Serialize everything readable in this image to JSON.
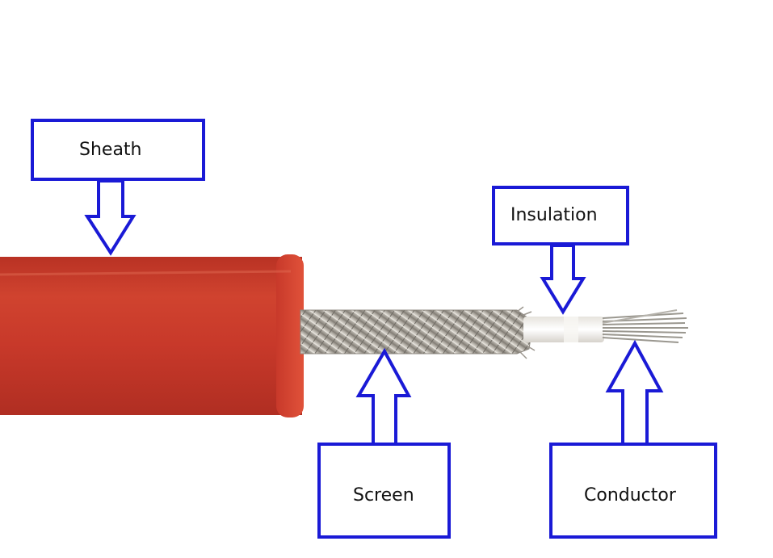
{
  "diagram": {
    "labels": {
      "sheath": "Sheath",
      "insulation": "Insulation",
      "screen": "Screen",
      "conductor": "Conductor"
    },
    "colors": {
      "box_stroke": "#1a1ad6",
      "sheath_red": "#c83a2c",
      "braid_silver": "#b9b4ac",
      "insulation_white": "#f4f2ee",
      "conductor_silver": "#9c9a96",
      "text": "#111111"
    }
  }
}
